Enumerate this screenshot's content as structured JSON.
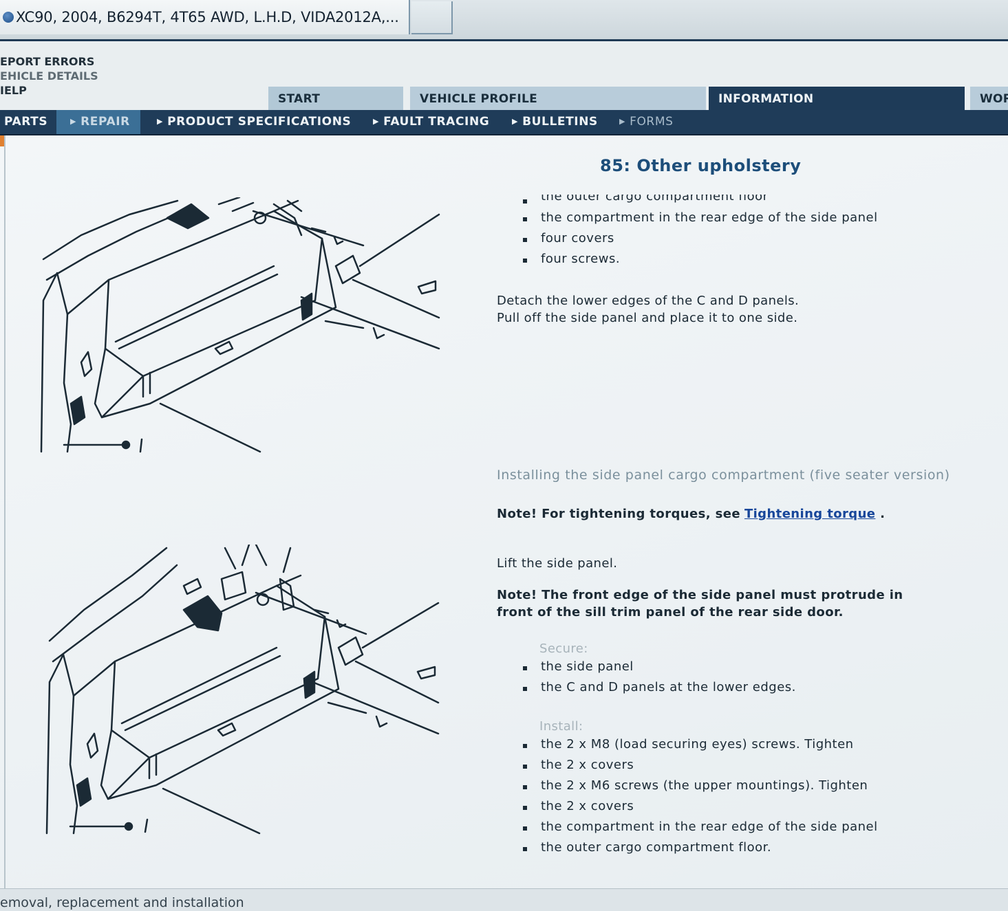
{
  "window": {
    "tab_title": "XC90, 2004, B6294T, 4T65 AWD, L.H.D, VIDA2012A,..."
  },
  "top_links": {
    "report_errors": "EPORT ERRORS",
    "vehicle_details": "EHICLE DETAILS",
    "help": "IELP"
  },
  "main_tabs": {
    "start": "START",
    "vehicle_profile": "VEHICLE PROFILE",
    "information": "INFORMATION",
    "work": "WOR"
  },
  "sub_nav": {
    "parts": "PARTS",
    "repair": "REPAIR",
    "product_specifications": "PRODUCT SPECIFICATIONS",
    "fault_tracing": "FAULT TRACING",
    "bulletins": "BULLETINS",
    "forms": "FORMS"
  },
  "content": {
    "title": "85: Other upholstery",
    "cut_line": "the outer cargo compartment floor",
    "list1": [
      "the compartment in the rear edge of the side panel",
      "four covers",
      "four screws."
    ],
    "detach_line1": "Detach the lower edges of the C and D panels.",
    "detach_line2": "Pull off the side panel and place it to one side.",
    "install_heading": "Installing the side panel cargo compartment (five seater version)",
    "note_torque_text": "Note! For tightening torques, see",
    "note_torque_link": "Tightening torque",
    "note_torque_end": " .",
    "lift": "Lift the side panel.",
    "note_front_line1": "Note! The front edge of the side panel must protrude in",
    "note_front_line2": "front of the sill trim panel of the rear side door.",
    "secure_label": "Secure:",
    "list2": [
      "the side panel",
      "the C and D panels at the lower edges."
    ],
    "install_label": "Install:",
    "list3": [
      "the 2 x M8 (load securing eyes) screws. Tighten",
      "the 2 x covers",
      "the 2 x M6 screws (the upper mountings). Tighten",
      "the 2 x covers",
      "the compartment in the rear edge of the side panel",
      "the outer cargo compartment floor."
    ]
  },
  "status_bar": {
    "text": "emoval, replacement and installation"
  }
}
